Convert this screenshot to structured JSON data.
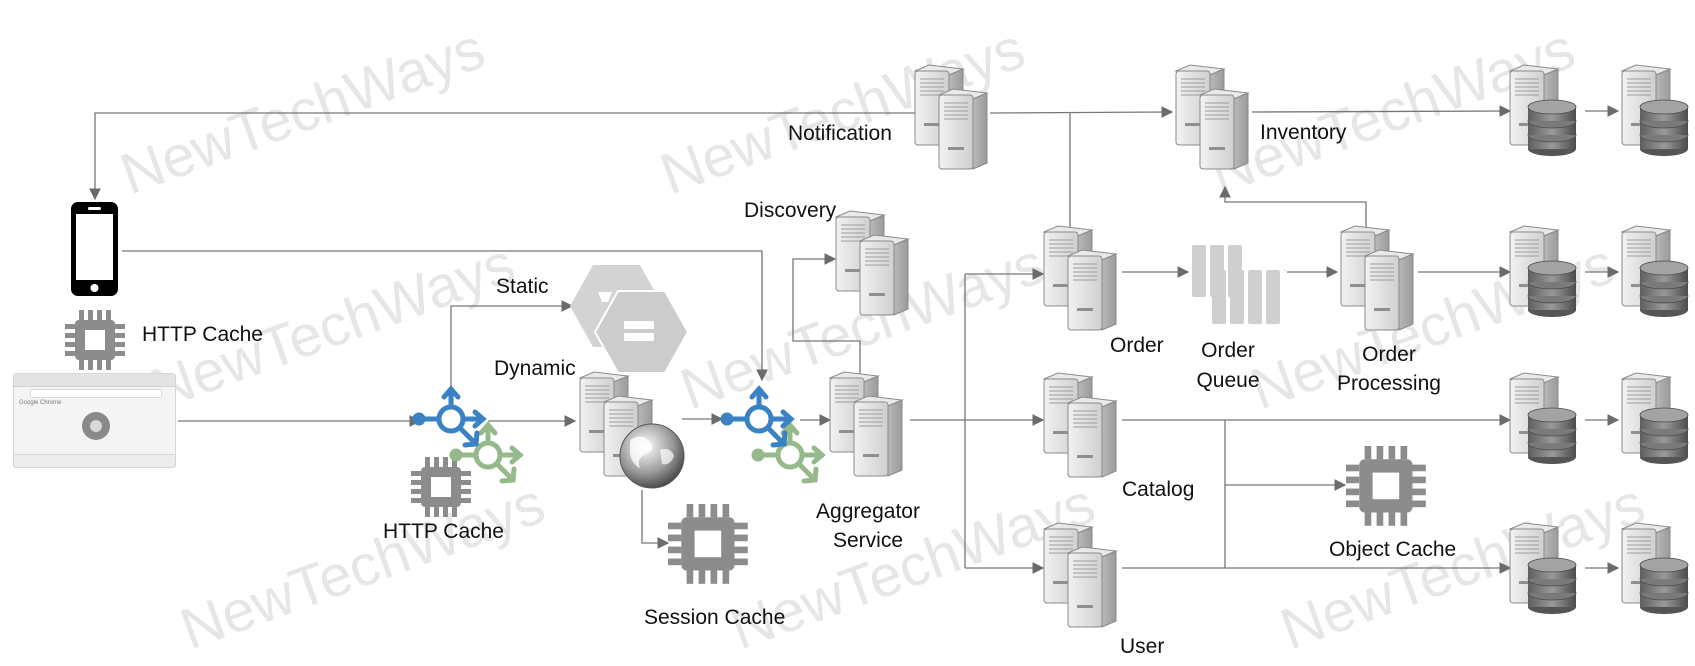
{
  "watermark": "NewTechWays",
  "labels": {
    "http_cache_client": "HTTP Cache",
    "static": "Static",
    "dynamic": "Dynamic",
    "http_cache_lb": "HTTP Cache",
    "session_cache": "Session Cache",
    "discovery": "Discovery",
    "notification": "Notification",
    "aggregator": [
      "Aggregator",
      "Service"
    ],
    "order": "Order",
    "order_queue": [
      "Order",
      "Queue"
    ],
    "order_processing": [
      "Order",
      "Processing"
    ],
    "inventory": "Inventory",
    "catalog": "Catalog",
    "user": "User",
    "object_cache": "Object Cache"
  },
  "browser": {
    "title": "Google Chrome"
  },
  "icons": [
    "mobile-phone-icon",
    "cpu-chip-icon",
    "browser-window-icon",
    "load-balancer-icon",
    "server-icon",
    "database-server-icon",
    "globe-icon",
    "message-queue-icon",
    "static-storage-icon"
  ],
  "colors": {
    "line": "#777777",
    "balancer_blue": "#3a82c4",
    "balancer_green": "#95b98a",
    "chip": "#8c8c8c",
    "server": "#d9d9d9"
  }
}
